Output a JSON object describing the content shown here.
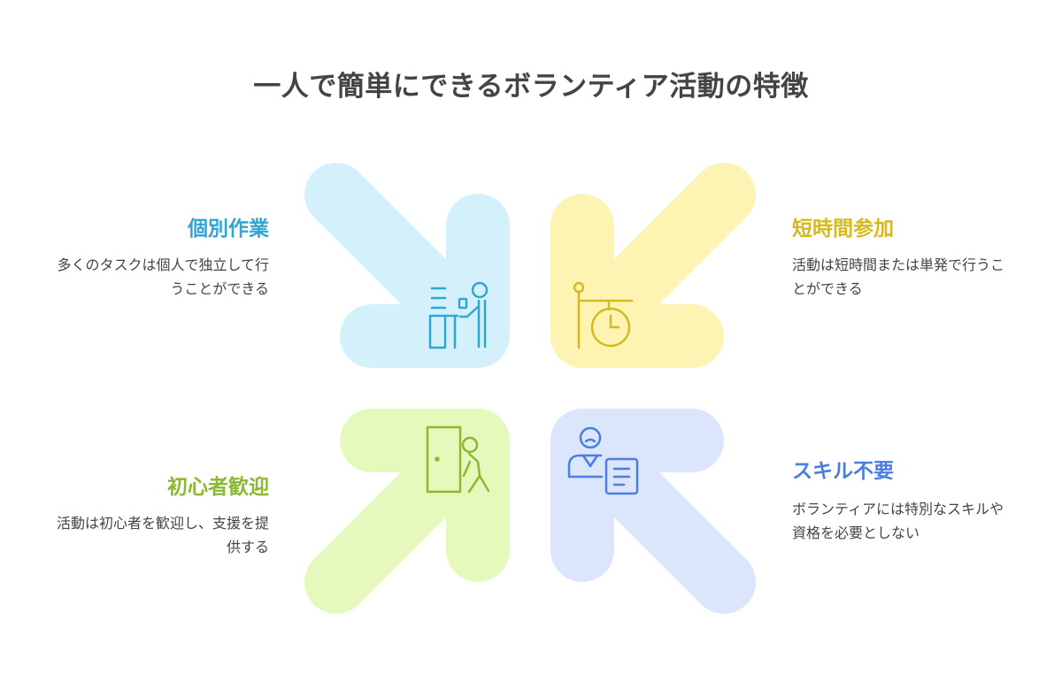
{
  "title": "一人で簡単にできるボランティア活動の特徴",
  "colors": {
    "title": "#444444",
    "text": "#444444",
    "blue_fill": "#d4f1fb",
    "blue_accent": "#2ea6d6",
    "yellow_fill": "#fdf4b3",
    "yellow_accent": "#d6b91a",
    "green_fill": "#e6f9bd",
    "green_accent": "#8bb932",
    "purple_fill": "#dbe5fb",
    "purple_accent": "#4a7de0"
  },
  "items": [
    {
      "heading": "個別作業",
      "description": "多くのタスクは個人で独立して行うことができる",
      "icon": "person-at-desk-icon"
    },
    {
      "heading": "短時間参加",
      "description": "活動は短時間または単発で行うことができる",
      "icon": "clock-sign-icon"
    },
    {
      "heading": "初心者歓迎",
      "description": "活動は初心者を歓迎し、支援を提供する",
      "icon": "person-entering-door-icon"
    },
    {
      "heading": "スキル不要",
      "description": "ボランティアには特別なスキルや資格を必要としない",
      "icon": "person-with-document-icon"
    }
  ]
}
